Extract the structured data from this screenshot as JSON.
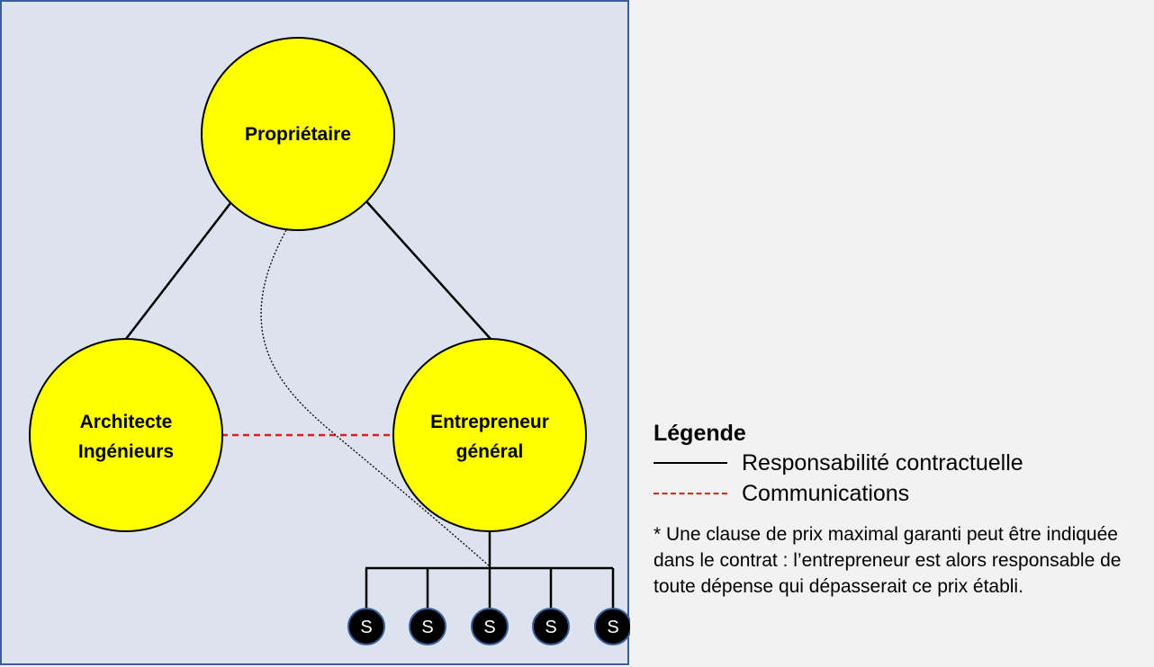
{
  "nodes": {
    "owner": "Propriétaire",
    "architect_line1": "Architecte",
    "architect_line2": "Ingénieurs",
    "contractor_line1": "Entrepreneur",
    "contractor_line2": "général"
  },
  "subcontractors": [
    "S",
    "S",
    "S",
    "S",
    "S"
  ],
  "legend": {
    "title": "Légende",
    "items": [
      {
        "label": "Responsabilité contractuelle",
        "style": "solid",
        "color": "#000000"
      },
      {
        "label": "Communications",
        "style": "dashed",
        "color": "#e41a1c"
      }
    ],
    "note": "* Une clause de prix maximal garanti peut être indiquée dans le contrat : l’entrepreneur est alors responsable de toute dépense qui dépasserait ce prix établi."
  },
  "colors": {
    "panel_bg": "#dce2ee",
    "panel_border": "#3a5f96",
    "node_fill": "#ffff00",
    "sub_fill": "#000000",
    "sub_border": "#3a5f96",
    "communication": "#e41a1c"
  }
}
